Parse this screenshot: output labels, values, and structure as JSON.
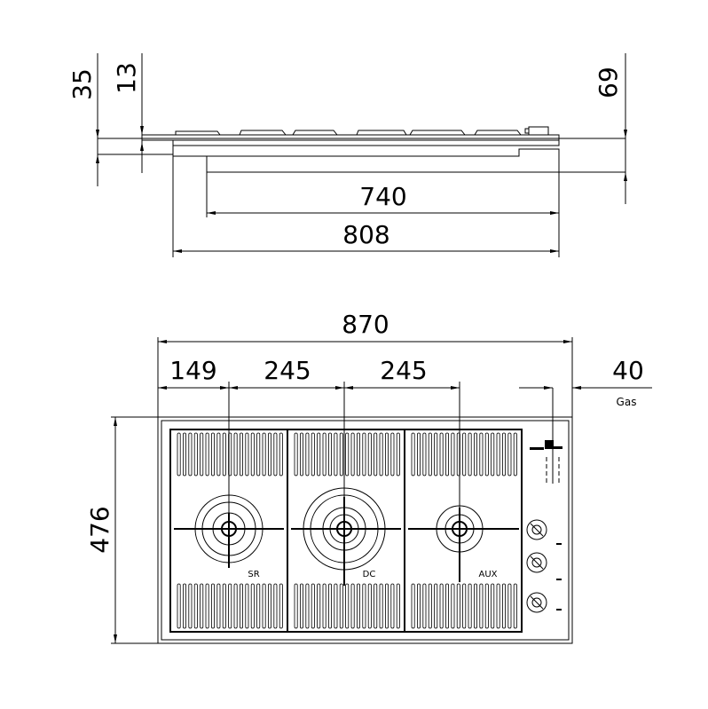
{
  "side_view": {
    "dims": {
      "d35": "35",
      "d13": "13",
      "d69": "69",
      "d740": "740",
      "d808": "808"
    }
  },
  "top_view": {
    "dims": {
      "d870": "870",
      "d149": "149",
      "d245a": "245",
      "d245b": "245",
      "d40": "40",
      "d476": "476"
    },
    "gas_label": "Gas",
    "burners": {
      "sr": "SR",
      "dc": "DC",
      "aux": "AUX"
    }
  }
}
